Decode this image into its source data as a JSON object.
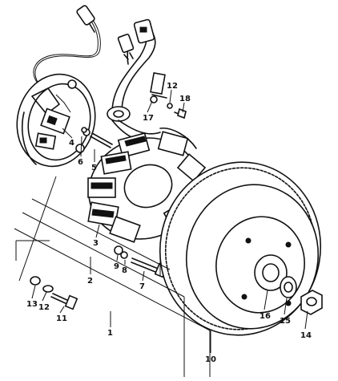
{
  "callouts": [
    {
      "id": "c1",
      "text": "1"
    },
    {
      "id": "c2",
      "text": "2"
    },
    {
      "id": "c3",
      "text": "3"
    },
    {
      "id": "c4",
      "text": "4"
    },
    {
      "id": "c5",
      "text": "5"
    },
    {
      "id": "c6",
      "text": "6"
    },
    {
      "id": "c7",
      "text": "7"
    },
    {
      "id": "c8",
      "text": "8"
    },
    {
      "id": "c9",
      "text": "9"
    },
    {
      "id": "c10",
      "text": "10"
    },
    {
      "id": "c11",
      "text": "11"
    },
    {
      "id": "c12a",
      "text": "12"
    },
    {
      "id": "c12b",
      "text": "12"
    },
    {
      "id": "c13",
      "text": "13"
    },
    {
      "id": "c14",
      "text": "14"
    },
    {
      "id": "c15",
      "text": "15"
    },
    {
      "id": "c16",
      "text": "16"
    },
    {
      "id": "c17",
      "text": "17"
    },
    {
      "id": "c18",
      "text": "18"
    }
  ]
}
